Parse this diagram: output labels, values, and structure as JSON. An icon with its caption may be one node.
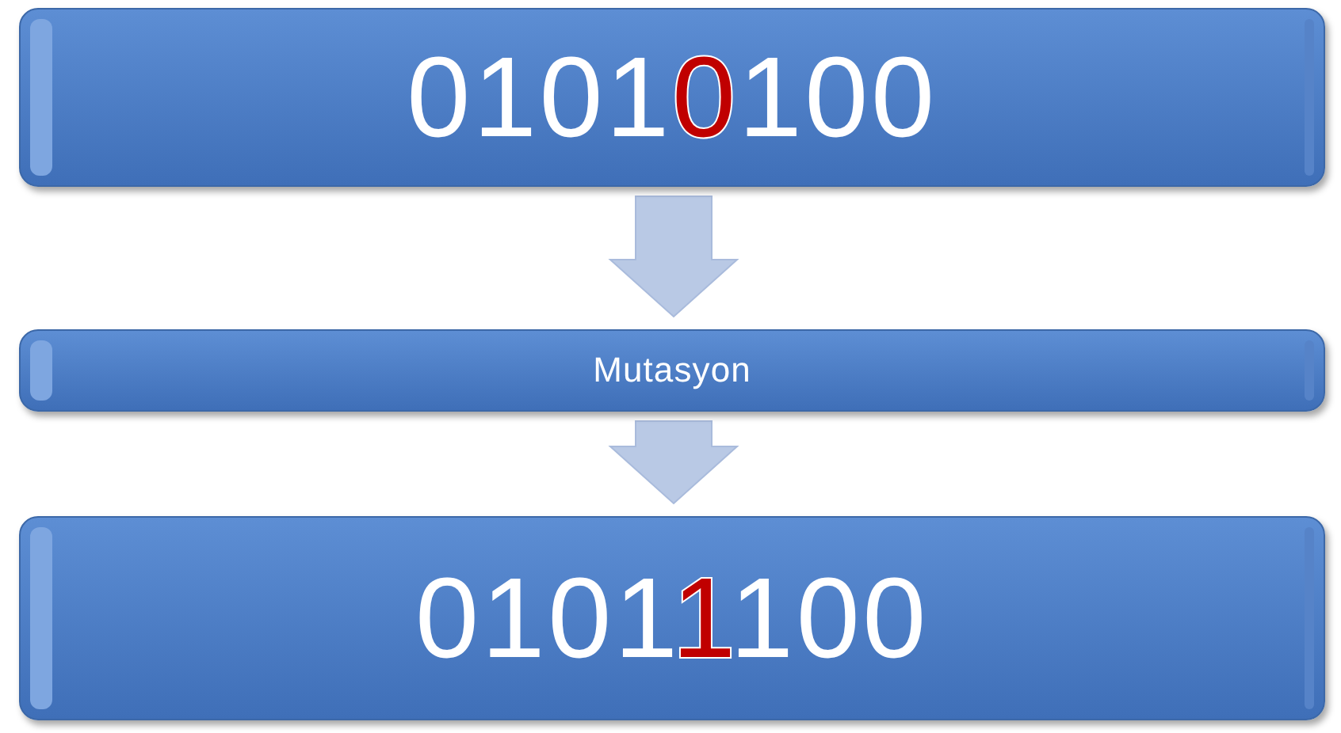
{
  "diagram": {
    "nodes": [
      {
        "text": [
          "01010100"
        ]
      },
      {
        "text": [
          "Mutasyon"
        ]
      },
      {
        "text": [
          "01011100"
        ]
      }
    ],
    "edges": [
      {
        "from": 0,
        "to": 1,
        "arrow": "to"
      },
      {
        "from": 1,
        "to": 2,
        "arrow": "to"
      }
    ]
  }
}
